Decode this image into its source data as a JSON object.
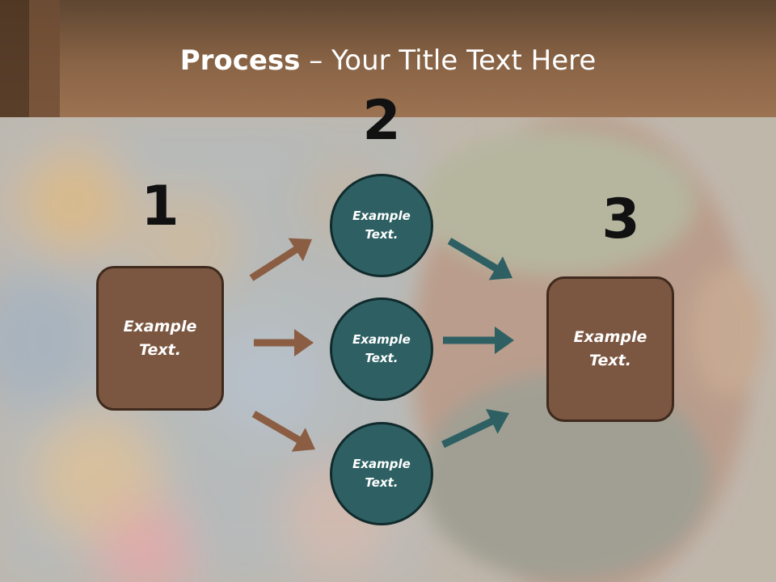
{
  "slide": {
    "title_bold": "Process",
    "title_rest": " – Your Title Text Here"
  },
  "steps": {
    "step1": "1",
    "step2": "2",
    "step3": "3"
  },
  "nodes": {
    "left": "Example Text.",
    "top": "Example Text.",
    "middle": "Example Text.",
    "bottom": "Example Text.",
    "right": "Example Text."
  },
  "colors": {
    "brown_arrow": "#8b5e43",
    "teal_arrow": "#2e6063"
  }
}
